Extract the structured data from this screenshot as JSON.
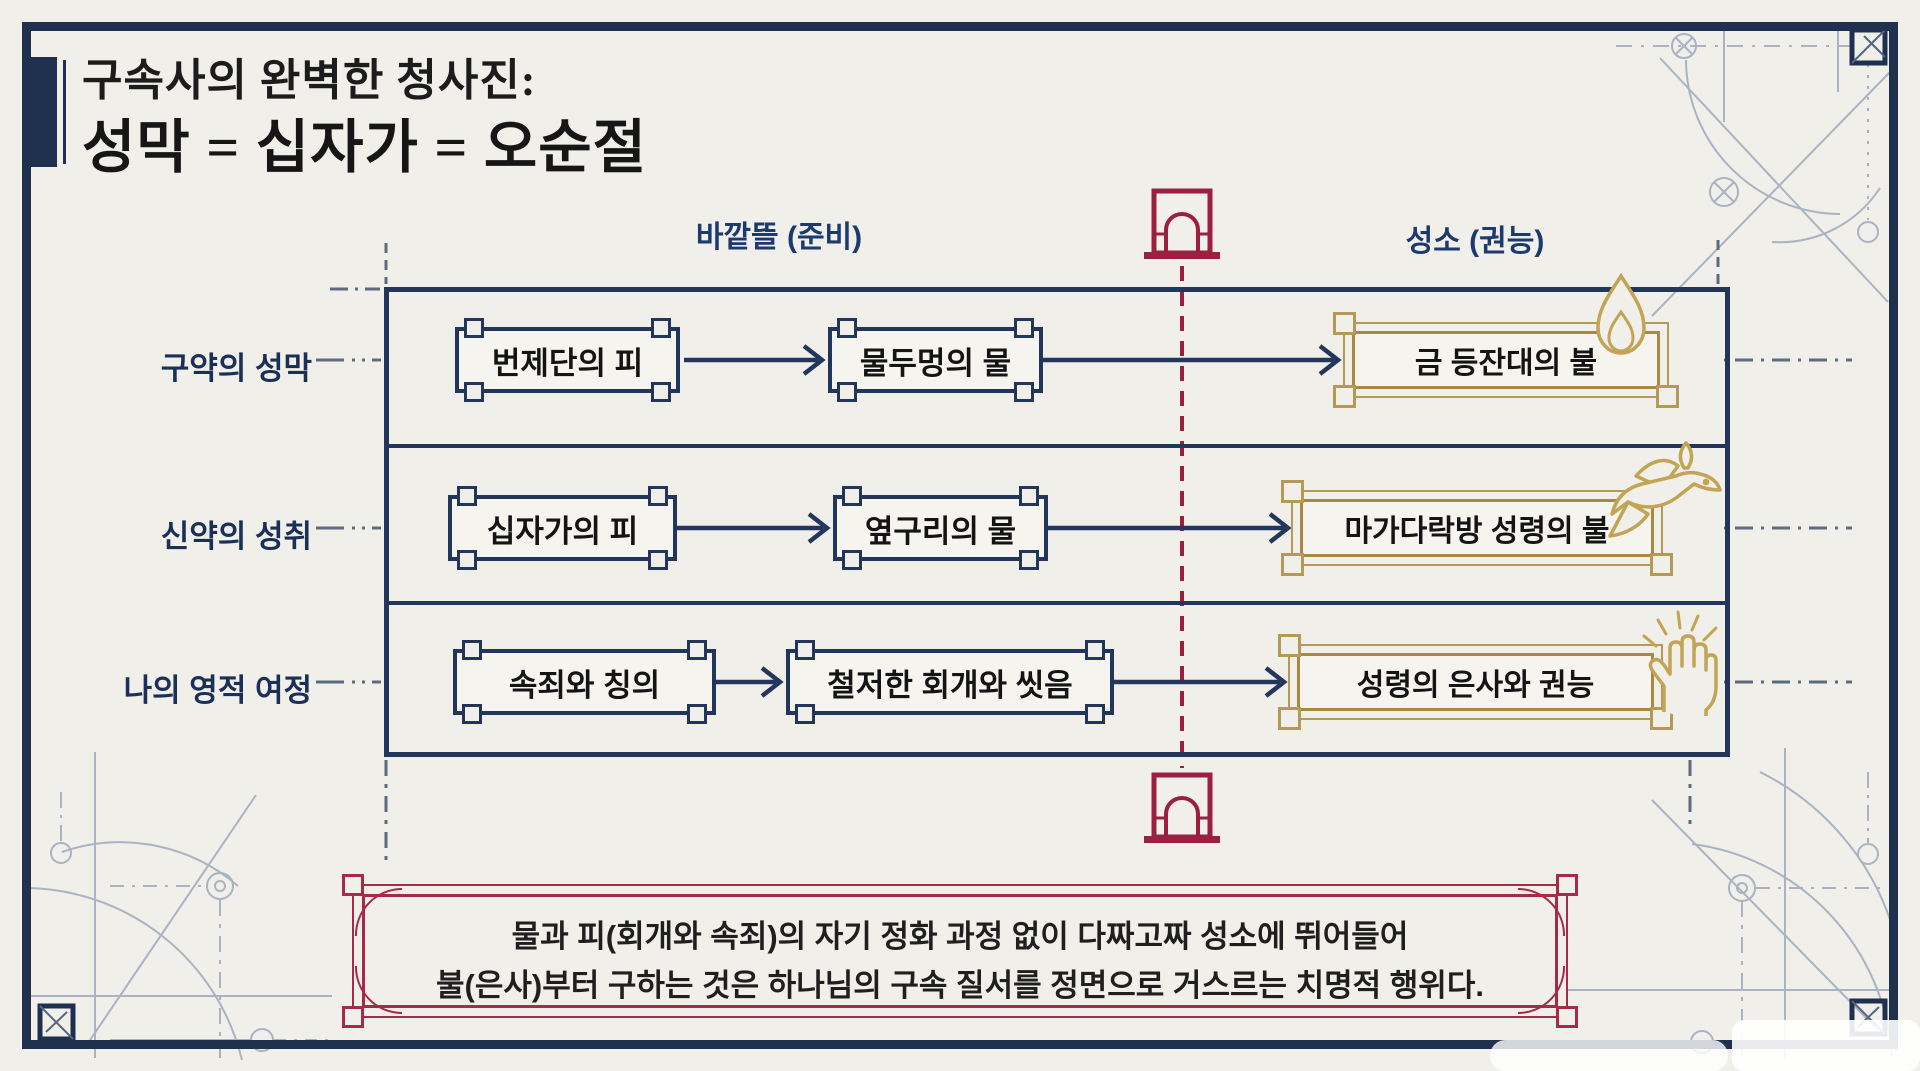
{
  "title": {
    "line1": "구속사의 완벽한 청사진:",
    "line2": "성막 = 십자가 = 오순절"
  },
  "columns": {
    "left": "바깥뜰 (준비)",
    "right": "성소 (권능)"
  },
  "rows": [
    {
      "label": "구약의 성막",
      "step1": "번제단의 피",
      "step2": "물두멍의 물",
      "step3": "금 등잔대의 불",
      "icon": "flame-icon"
    },
    {
      "label": "신약의 성취",
      "step1": "십자가의 피",
      "step2": "옆구리의 물",
      "step3": "마가다락방 성령의 불",
      "icon": "dove-flame-icon"
    },
    {
      "label": "나의 영적 여정",
      "step1": "속죄와 칭의",
      "step2": "철저한 회개와 씻음",
      "step3": "성령의 은사와 권능",
      "icon": "hand-rays-icon"
    }
  ],
  "warning": {
    "line1": "물과 피(회개와 속죄)의 자기 정화 과정 없이 다짜고짜 성소에 뛰어들어",
    "line2": "불(은사)부터 구하는 것은 하나님의 구속 질서를 정면으로 거스르는 치명적 행위다."
  },
  "icons": [
    "gate-arch-icon",
    "flame-icon",
    "dove-flame-icon",
    "hand-rays-icon"
  ],
  "colors": {
    "background": "#f0efe9",
    "navy": "#22355a",
    "navy_text": "#1d3a6e",
    "gold": "#b5954e",
    "red": "#9b2040",
    "decor_gray": "#a9b3c3"
  }
}
